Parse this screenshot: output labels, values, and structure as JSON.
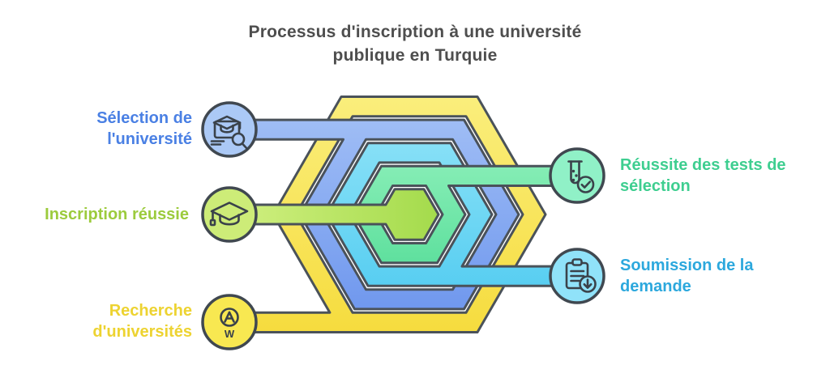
{
  "title": "Processus d'inscription à une université publique en Turquie",
  "compass_letter": "W",
  "steps": [
    {
      "label": "Sélection de l'université",
      "color": "#4A80E4",
      "icon": "university-search-icon",
      "position": "top-left"
    },
    {
      "label": "Inscription réussie",
      "color": "#9CCB3D",
      "icon": "graduation-cap-icon",
      "position": "middle-left"
    },
    {
      "label": "Recherche d'universités",
      "color": "#EDD331",
      "icon": "compass-icon",
      "position": "bottom-left"
    },
    {
      "label": "Réussite des tests de sélection",
      "color": "#3ECE90",
      "icon": "test-tube-check-icon",
      "position": "top-right"
    },
    {
      "label": "Soumission de la demande",
      "color": "#2CA8DD",
      "icon": "clipboard-download-icon",
      "position": "bottom-right"
    }
  ],
  "colors": {
    "title": "#4E4E4E",
    "background": "#FFFFFF",
    "outline": "#4A525A",
    "ribbon_yellow": "#F7DF48",
    "ribbon_blue": "#86A9F0",
    "ribbon_cyan": "#6FD7F4",
    "ribbon_green": "#71E6A9",
    "ribbon_lime": "#B7E45F",
    "circle_blue": "#ABC9F6",
    "circle_lime": "#CDEC78",
    "circle_yellow": "#F8E851",
    "circle_green": "#90F1C7",
    "circle_cyan": "#90E2F9"
  }
}
